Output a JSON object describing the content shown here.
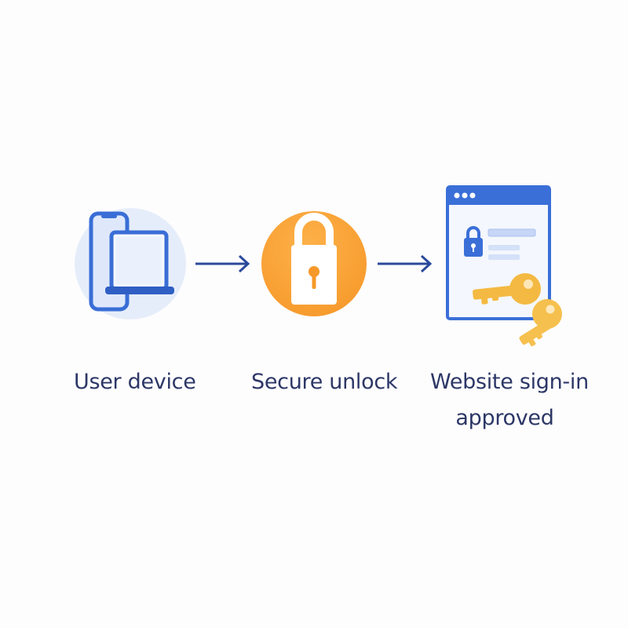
{
  "steps": [
    {
      "id": "user-device",
      "lines": [
        "User device"
      ],
      "icon": "devices-icon"
    },
    {
      "id": "secure-unlock",
      "lines": [
        "Secure unlock"
      ],
      "icon": "padlock-icon"
    },
    {
      "id": "website-signin",
      "lines": [
        "Website sign-in",
        "approved"
      ],
      "icon": "browser-keys-icon"
    }
  ],
  "colors": {
    "text": "#2c3766",
    "device_circle": "#e4ecfa",
    "device_blue": "#3a6ed6",
    "lock_orange": "#f9a233",
    "arrow": "#2b4a9c",
    "browser_blue": "#3a6fd8",
    "key_gold": "#f3b63f"
  }
}
